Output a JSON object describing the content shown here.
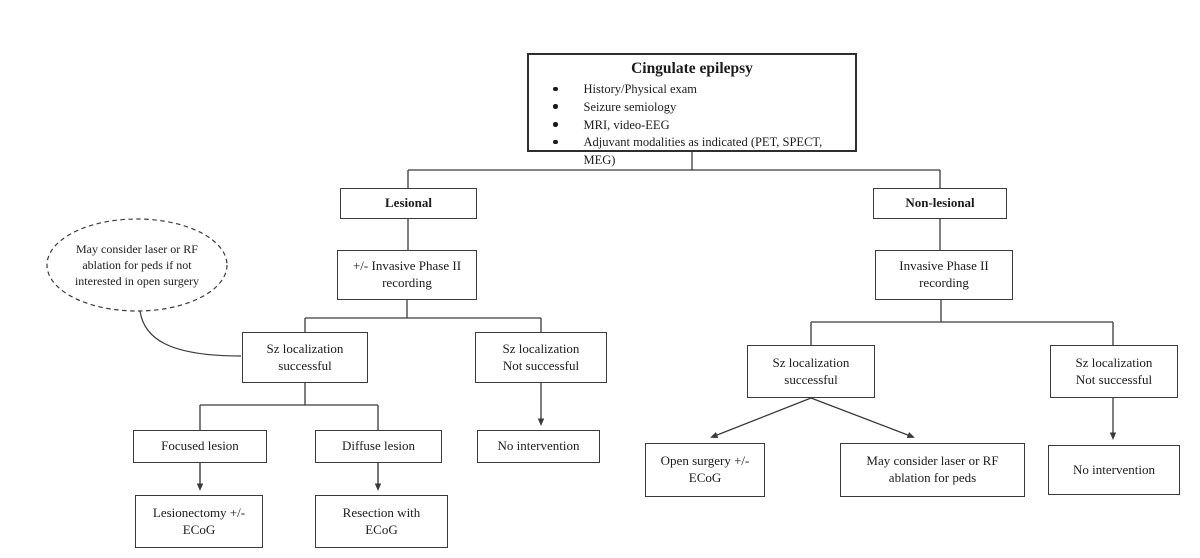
{
  "diagram": {
    "title": "Cingulate epilepsy workup flowchart",
    "root": {
      "title": "Cingulate epilepsy",
      "bullets": [
        "History/Physical exam",
        "Seizure semiology",
        "MRI, video-EEG",
        "Adjuvant modalities as indicated (PET, SPECT, MEG)"
      ]
    },
    "nodes": {
      "lesional": "Lesional",
      "non_lesional": "Non-lesional",
      "lesional_phase2": [
        "+/- Invasive Phase II",
        "recording"
      ],
      "non_lesional_phase2": [
        "Invasive Phase II",
        "recording"
      ],
      "left_sz_success": [
        "Sz localization",
        "successful"
      ],
      "left_sz_fail": [
        "Sz localization",
        "Not successful"
      ],
      "focused_lesion": "Focused lesion",
      "diffuse_lesion": "Diffuse lesion",
      "left_no_intervention": "No intervention",
      "lesionectomy": [
        "Lesionectomy +/-",
        "ECoG"
      ],
      "resection": [
        "Resection with",
        "ECoG"
      ],
      "right_sz_success": [
        "Sz localization",
        "successful"
      ],
      "right_sz_fail": [
        "Sz localization",
        "Not successful"
      ],
      "open_surgery": [
        "Open surgery +/-",
        "ECoG"
      ],
      "laser_rf": [
        "May consider laser or RF",
        "ablation for peds"
      ],
      "right_no_intervention": "No intervention"
    },
    "callout": [
      "May consider laser or RF",
      "ablation for peds if not",
      "interested in open surgery"
    ],
    "colors": {
      "background": "#ffffff",
      "line": "#3a3a3a",
      "border": "#3a3a3a",
      "text": "#1b1b1b"
    }
  }
}
